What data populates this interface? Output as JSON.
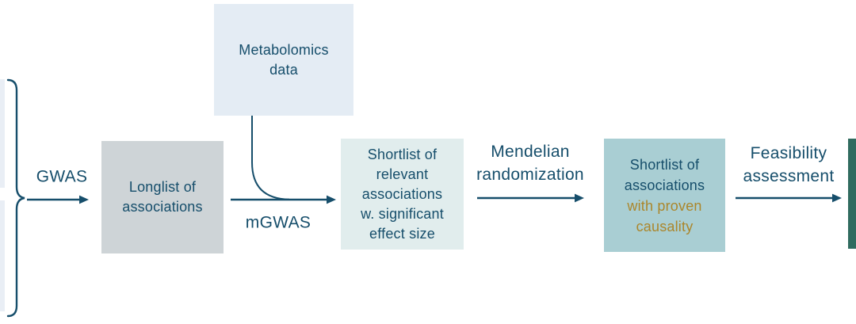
{
  "colors": {
    "bg": "#ffffff",
    "ink": "#164e6b",
    "gold": "#ab862b",
    "box-blue": "#e4ecf4",
    "box-gray": "#ced4d7",
    "box-mint": "#e1eded",
    "box-teal": "#a9ced3",
    "box-dark": "#306b5f",
    "sliver": "#e9eef5"
  },
  "boxes": {
    "metabolomics": {
      "lines": [
        "Metabolomics",
        "data"
      ]
    },
    "longlist": {
      "lines": [
        "Longlist of",
        "associations"
      ]
    },
    "shortlist_effect": {
      "lines": [
        "Shortlist of",
        "relevant",
        "associations",
        "w. significant",
        "effect size"
      ]
    },
    "shortlist_causal": {
      "lines_primary": [
        "Shortlist of",
        "associations"
      ],
      "lines_highlight": [
        "with proven",
        "causality"
      ]
    }
  },
  "steps": {
    "gwas_label": "GWAS",
    "mgwas_label": "mGWAS",
    "mendelian_line1": "Mendelian",
    "mendelian_line2": "randomization",
    "feasibility_line1": "Feasibility",
    "feasibility_line2": "assessment"
  }
}
